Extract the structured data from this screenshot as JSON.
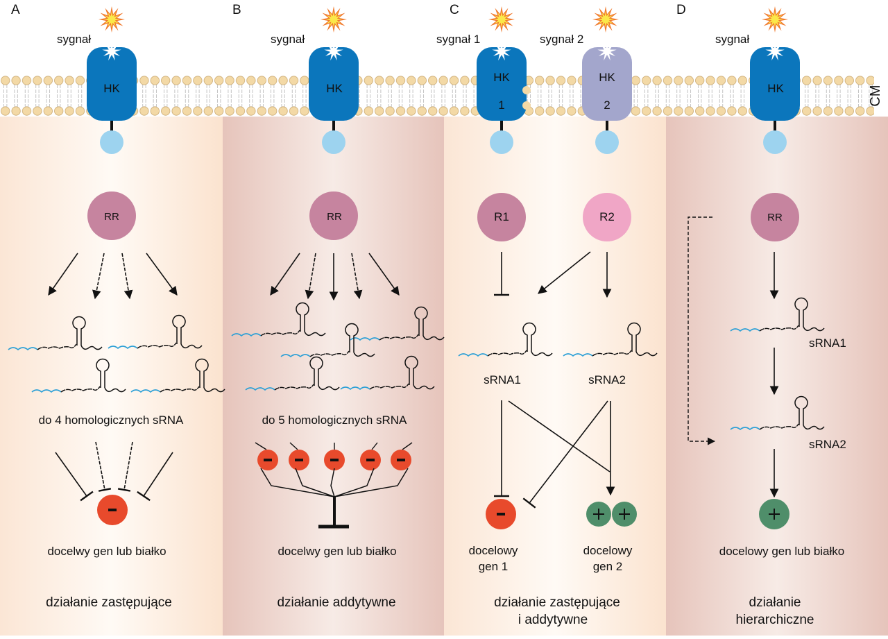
{
  "membrane_label": "CM",
  "colors": {
    "hk_blue": "#0b76bc",
    "hk2_lavender": "#a3a6cc",
    "receiver_domain": "#9dd3ef",
    "rr_mauve": "#c6849f",
    "r2_pink": "#f0a6c6",
    "negative_red": "#e84a2c",
    "positive_green": "#4f8e6a",
    "lipid_head": "#f3d9a6",
    "srna_blue": "#2a9fd6",
    "panel_light": "#fcebdc",
    "panel_dark": "#e9cbc4"
  },
  "panels": [
    {
      "letter": "A",
      "signals": [
        "sygnał"
      ],
      "hk": [
        "HK"
      ],
      "regulators": [
        "RR"
      ],
      "srna_caption": "do 4 homologicznych sRNA",
      "target_sign": "-",
      "target_caption": "docelwy gen lub białko",
      "mode": "działanie zastępujące"
    },
    {
      "letter": "B",
      "signals": [
        "sygnał"
      ],
      "hk": [
        "HK"
      ],
      "regulators": [
        "RR"
      ],
      "srna_caption": "do 5 homologicznych sRNA",
      "target_signs": [
        "-",
        "-",
        "-",
        "-",
        "-"
      ],
      "target_caption": "docelwy gen lub białko",
      "mode": "działanie addytywne"
    },
    {
      "letter": "C",
      "signals": [
        "sygnał 1",
        "sygnał 2"
      ],
      "hk": [
        "HK",
        "HK"
      ],
      "hk_numbers": [
        "1",
        "2"
      ],
      "regulators": [
        "R1",
        "R2"
      ],
      "srna_labels": [
        "sRNA1",
        "sRNA2"
      ],
      "target_signs": [
        "-",
        "+",
        "+"
      ],
      "target_captions": [
        {
          "line1": "docelowy",
          "line2": "gen 1"
        },
        {
          "line1": "docelowy",
          "line2": "gen 2"
        }
      ],
      "mode_line1": "działanie zastępujące",
      "mode_line2": "i addytywne"
    },
    {
      "letter": "D",
      "signals": [
        "sygnał"
      ],
      "hk": [
        "HK"
      ],
      "regulators": [
        "RR"
      ],
      "srna_labels": [
        "sRNA1",
        "sRNA2"
      ],
      "target_sign": "+",
      "target_caption": "docelowy gen lub białko",
      "mode_line1": "działanie",
      "mode_line2": "hierarchiczne"
    }
  ]
}
